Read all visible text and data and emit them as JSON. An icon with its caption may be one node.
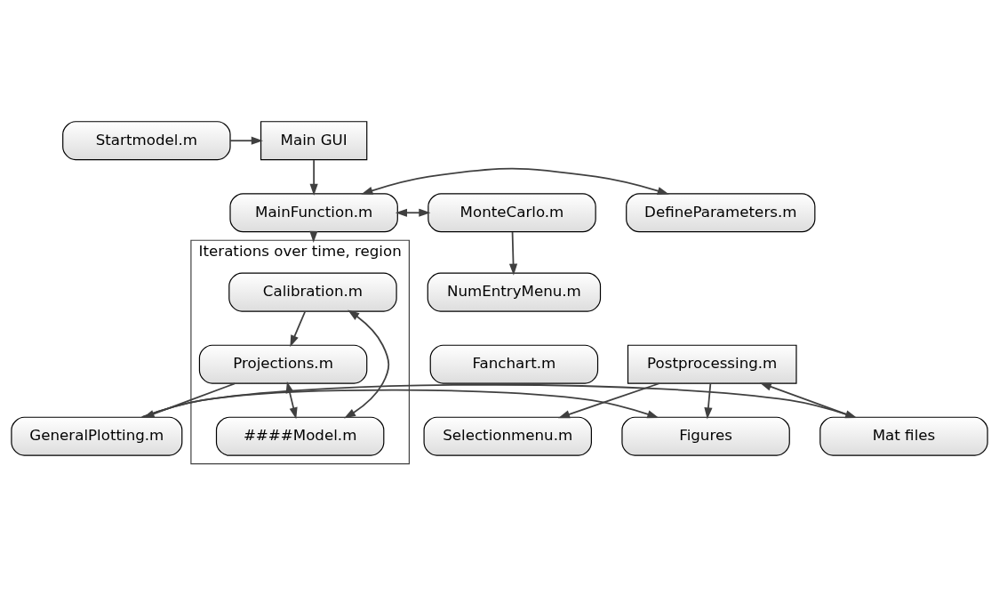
{
  "diagram": {
    "nodes": [
      {
        "text": [
          "Startmodel.m"
        ]
      },
      {
        "text": [
          "Main GUI"
        ]
      },
      {
        "text": [
          "DefineParameters.m"
        ]
      },
      {
        "text": [
          "MainFunction.m"
        ]
      },
      {
        "text": [
          "MonteCarlo.m"
        ]
      },
      {
        "text": [
          "NumEntryMenu.m"
        ]
      },
      {
        "text": [
          "Fanchart.m"
        ]
      },
      {
        "text": [
          "Selectionmenu.m"
        ]
      },
      {
        "text": [
          "Iterations over time, region"
        ]
      },
      {
        "text": [
          "Calibration.m"
        ],
        "in": 8
      },
      {
        "text": [
          "####Model.m"
        ],
        "in": 8
      },
      {
        "text": [
          "Projections.m"
        ],
        "in": 8
      },
      {
        "text": [
          "Postprocessing.m"
        ]
      },
      {
        "text": [
          "Figures"
        ]
      },
      {
        "text": [
          "GeneralPlotting.m"
        ]
      },
      {
        "text": [
          "Mat files"
        ]
      }
    ],
    "edges": [
      {
        "from": 0,
        "to": 1,
        "arrow": "to"
      },
      {
        "from": 1,
        "to": 3,
        "arrow": "to"
      },
      {
        "from": 3,
        "to": 2,
        "arrow": "both"
      },
      {
        "from": 3,
        "to": 4,
        "arrow": "both"
      },
      {
        "from": 4,
        "to": 5,
        "arrow": "to"
      },
      {
        "from": 3,
        "to": 8,
        "arrow": "to"
      },
      {
        "from": 9,
        "to": 11,
        "arrow": "to"
      },
      {
        "from": 9,
        "to": 10,
        "arrow": "both"
      },
      {
        "from": 11,
        "to": 10,
        "arrow": "both"
      },
      {
        "from": 11,
        "to": 14,
        "arrow": "to"
      },
      {
        "from": 12,
        "to": 13,
        "arrow": "to"
      },
      {
        "from": 12,
        "to": 7,
        "arrow": "to"
      },
      {
        "from": 14,
        "to": 13,
        "arrow": "to"
      },
      {
        "from": 14,
        "to": 15,
        "arrow": "to"
      },
      {
        "from": 15,
        "to": 12,
        "arrow": "to"
      }
    ]
  }
}
